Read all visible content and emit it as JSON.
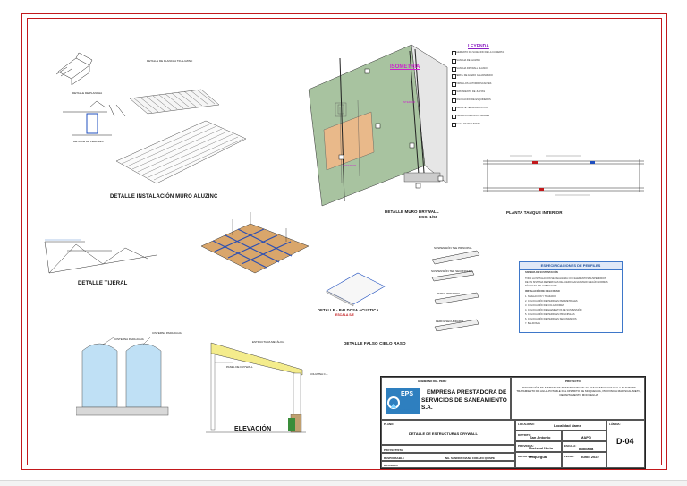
{
  "drawing": {
    "title_zinc": "DETALLE INSTALACIÓN MURO ALUZINC",
    "title_muro": "DETALLE MURO DRYWALL",
    "title_muro_scale": "ESC. 1/50",
    "title_tijeral": "DETALLE TIJERAL",
    "title_baldosa": "DETALLE - BALDOSA ACUSTICA",
    "title_baldosa_scale": "ESCALA      S/E",
    "title_falso": "DETALLE FALSO CIELO RASO",
    "title_tanque": "PLANTA TANQUE INTERIOR",
    "title_elevacion": "ELEVACIÓN",
    "isometria": "ISOMETRIA",
    "interior_label": "INTERIOR",
    "exterior_label": "EXTERIOR",
    "detalle_plancha": "DETALLE DE PLANCHA",
    "detalle_plancha_tr": "DETALLE DE PLANCHA TR ALUZINC",
    "detalle_perfiles": "DETALLE DE PERFILES",
    "legend_title": "LEYENDA",
    "legend_items": [
      "ELEMENTO DE SUJECION DE LA CUBIERTA",
      "PLANCHA DE ALUZINC",
      "PLANCHA DRYWALL BLANCO",
      "PERFIL DE ACERO GALVANIZADO",
      "TORNILLOS AUTORROSCANTES",
      "TRATAMIENTO DE JUNTAS",
      "COLOCACIÓN DE ESQUINEROS",
      "AISLANTE TERMOACUSTICO",
      "TORNILLOS ESTRUCTURALES",
      "PLACA DE REFUERZO"
    ],
    "spec_title": "ESPECIFICACIONES DE PERFILES",
    "spec_lines": [
      "SISTEMA DE SUSTENTACIÓN",
      "TODA LA INSTALACIÓN SE REALIZARÁ CON ELEMENTOS SUSPENDIDOS",
      "DE UN SISTEMA DE PERFILES DE ACERO GALVANIZADO SEGÚN NORMAS",
      "TÉCNICAS DEL FABRICANTE",
      "INSTALACIÓN DE CIELO RASO",
      "1. NIVELACIÓN Y TRAZADO",
      "2. COLOCACIÓN DE PERFILES PERIMETRALES",
      "3. COLOCACIÓN DE COLGADORES",
      "4. COLOCACIÓN DE ELEMENTOS DE SUSPENSIÓN",
      "5. COLOCACIÓN DE PERFILES PRINCIPALES",
      "6. COLOCACIÓN DE PERFILES SECUNDARIOS",
      "7. BALDOSAS"
    ],
    "perfil_labels": [
      "SUSPENSIÓN TEE PRINCIPAL",
      "SUSPENSIÓN TEE SECUNDARIA",
      "PERFIL PRINCIPAL",
      "PERFIL SECUNDARIO"
    ],
    "elev_labels": [
      "CISTERNA PARA AGUA",
      "CISTERNA PARA AGUA",
      "ESTRUCTURA METÁLICA",
      "PANEL DE DRYWALL",
      "COLUMNA C-1"
    ]
  },
  "titleblock": {
    "header_small": "GOBIERNO DEL PERU",
    "company_line1": "EMPRESA PRESTADORA DE",
    "company_line2": "SERVICIOS DE SANEAMIENTO S.A.",
    "logo_text": "EPS",
    "logo_sub": "MOQUEGUA S.A.",
    "proyecto_label": "PROYECTO:",
    "proyecto_text": "RENOVACIÓN DE SISTEMA DE TRATAMIENTO DE AGUAS RESIDUALES EN LA PLANTA DE TRATAMIENTO DE AGUA POTABLE DEL DISTRITO DE MOQUEGUA, PROVINCIA MARISCAL NIETO, DEPARTAMENTO MOQUEGUA",
    "plano_label": "PLANO:",
    "plano_text": "DETALLE DE ESTRUCTURAS DRYWALL",
    "localidad_label": "LOCALIDAD:",
    "localidad_value": "Localidad Name",
    "distrito_label": "DISTRITO:",
    "distrito_value": "San Antonio",
    "provincia_label": "PROVINCIA:",
    "provincia_value": "Mariscal Nieto",
    "depto_label": "DEPARTAM.:",
    "depto_value": "Moquegua",
    "escala_label": "ESCALA:",
    "escala_value": "Indicada",
    "fecha_label": "FECHA:",
    "fecha_value": "Junio 2022",
    "map_label": "MAPG",
    "lamina_label": "LÁMINA:",
    "lamina_value": "D-04",
    "responsable_label": "RESPONSABLE",
    "responsable_value": "ING. SANDRA DIANA CORAZO QUISPE",
    "proyectista_label": "PROYECTISTA",
    "revisado_label": "REVISADO"
  },
  "colors": {
    "frame": "#c2181b",
    "wall": "#a8c3a0",
    "board": "#e9b98a",
    "accent_blue": "#3e77c9",
    "tank": "#bfe0f5",
    "roof": "#f4ec8c",
    "magenta": "#cc22cc"
  }
}
